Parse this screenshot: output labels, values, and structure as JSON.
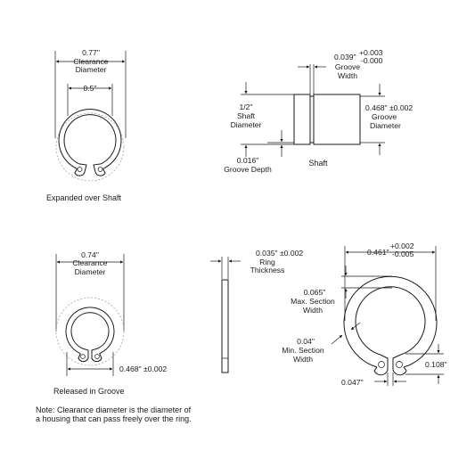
{
  "expanded": {
    "clearance_value": "0.77\"",
    "clearance_line1": "Clearance",
    "clearance_line2": "Diameter",
    "shaft_value": "0.5\"",
    "caption": "Expanded over Shaft"
  },
  "shaft": {
    "groove_width_value": "0.039\"",
    "groove_width_tol_plus": "+0.003",
    "groove_width_tol_minus": "-0.000",
    "groove_width_line1": "Groove",
    "groove_width_line2": "Width",
    "shaft_diameter_value": "1/2\"",
    "shaft_diameter_line1": "Shaft",
    "shaft_diameter_line2": "Diameter",
    "groove_diameter_value": "0.468\" ±0.002",
    "groove_diameter_line1": "Groove",
    "groove_diameter_line2": "Diameter",
    "groove_depth_value": "0.016\"",
    "groove_depth_label": "Groove Depth",
    "caption": "Shaft"
  },
  "released": {
    "clearance_value": "0.74\"",
    "clearance_line1": "Clearance",
    "clearance_line2": "Diameter",
    "groove_value": "0.468\" ±0.002",
    "caption": "Released in Groove"
  },
  "ring_side": {
    "thickness_value": "0.035\" ±0.002",
    "thickness_line1": "Ring",
    "thickness_line2": "Thickness"
  },
  "ring_front": {
    "free_diameter_value": "0.461\"",
    "free_diameter_tol_plus": "+0.002",
    "free_diameter_tol_minus": "-0.005",
    "max_section_value": "0.065\"",
    "max_section_line1": "Max. Section",
    "max_section_line2": "Width",
    "min_section_value": "0.04\"",
    "min_section_line1": "Min. Section",
    "min_section_line2": "Width",
    "lug_height_value": "0.108\"",
    "gap_value": "0.047\""
  },
  "note": {
    "line1": "Note: Clearance diameter is the diameter of",
    "line2": "a housing that can pass freely over the ring."
  }
}
